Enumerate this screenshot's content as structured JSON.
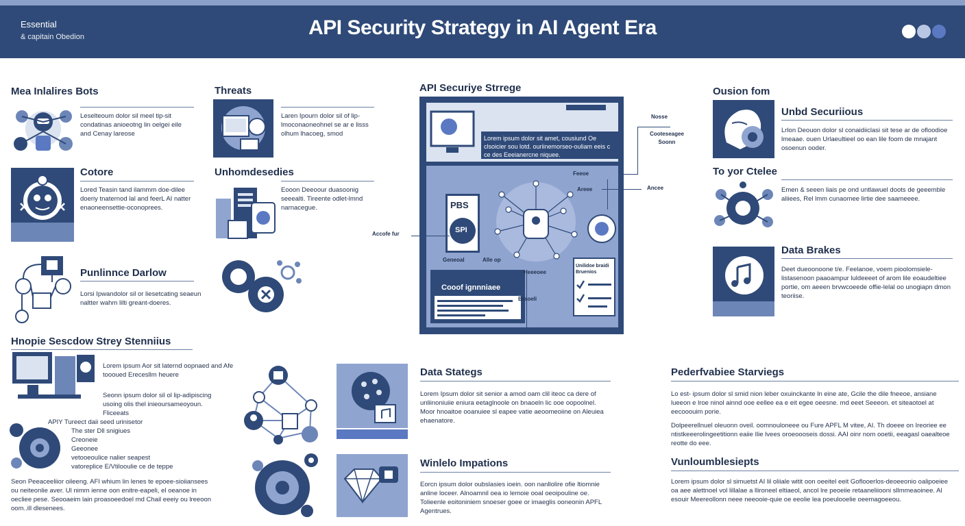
{
  "header": {
    "brand_line1": "Essential",
    "brand_line2": "& capitain Obedion",
    "title": "API Security Strategy in AI Agent Era",
    "dots": [
      "#ffffff",
      "#b8c6e4",
      "#5b79c2"
    ]
  },
  "col1": {
    "s1": {
      "title": "Mea Inlalires Bots",
      "text": "Leselteoum dolor sil meel tip-sit condatinas anioeotng lin oelgei eile and Cenay lareose",
      "icon": "robot-network-icon"
    },
    "s2": {
      "title": "Cotore",
      "text": "Lored Teasin tand ilammm doe-dilee doeriy tnaternod lal and feerL AI natter enaoneensettie-oconoprees.",
      "icon": "robot-face-icon"
    },
    "s3": {
      "title": "Punlinnce Darlow",
      "text": "Lorsi Ipwandolor sil or liesetcating seaeun naltter wahm lilti greant-doeres.",
      "icon": "org-chart-icon"
    }
  },
  "col2": {
    "s1": {
      "title": "Threats",
      "text": "Laren Ipourn dolor sil of lip-lmoconaoneohnel se ar e lisss olhum lhacoeg, smod",
      "icon": "threat-screen-icon"
    },
    "s2": {
      "title": "Unhomdesedies",
      "text": "Eooon Deeoour duasoonig seeealti. Tireente odlet-lmnd narnacegue.",
      "icon": "device-stack-icon"
    },
    "gears_icon": "gears-icon"
  },
  "center": {
    "title": "API Securiye Strrege",
    "panel_text": "Lorem ipsum dolor sit amet, cousiund Oe clsoicier sou lotd. ouriinemorseo-ouliam eeis c ce des Eeeianercne niquee.",
    "spi_label": "SPI",
    "pb_label": "PBS",
    "code_box": "Cooof ignnniaee",
    "checklist_title": "Unilidoe braidi Bruenios",
    "labels": {
      "nosse": "Nosse",
      "cootoe": "Cooteseagee Soonn",
      "feeoe": "Feeoe",
      "areee": "Areee",
      "aneee": "Ancee",
      "accofe": "Accofe fur",
      "geneoal": "Geneoal",
      "alle": "Alle op",
      "heees": "Heeeoee",
      "braoti": "Braoeli"
    }
  },
  "col4": {
    "s0": {
      "title": "Ousion fom"
    },
    "s1": {
      "title": "Unbd Securiious",
      "text": "Lrlon Deouon dolor sl conaidiiclasi sit tese ar de ofloodioe lmeaae. ouen Urlaeultieel oo ean lile foom de mnajant osoenun ooder.",
      "icon": "brain-gear-icon"
    },
    "s2": {
      "title": "To yor Ctelee",
      "text": "Emen & seeen liais pe ond untlawuel doots de geeemble aliiees, Rel lmm cunaomee lirtie dee saameeee.",
      "icon": "network-gear-icon"
    },
    "s3": {
      "title": "Data Brakes",
      "text": "Deet dueoonoone t/e. Feelanoe, voem pioolomsiele-listasenoon paaoampur luldeeeet of arom lile eoaudeltiee portie, om aeeen brvwcoeede offie-lelal oo unogiapn dmon teoriise.",
      "icon": "head-music-icon"
    }
  },
  "bottom_left": {
    "title": "Hnopie Sescdow Strey Stenniius",
    "text1": "Lorem ipsum Aor sit laternd oopnaed and Afe toooued Erecesllm heuere",
    "text2": "Seonn ipsum dolor sil ol lip-adipiscing usoing olis thel inieoursameoyoun. Fliceeats",
    "list": [
      "APIY  Tureect  daii seed urinisetor",
      "The ster Dll snigiues",
      "Creoneie",
      "Geeonee",
      "vetooeoulice nalier seapest",
      "vatoreplice E/Vtilooulie ce de teppe"
    ],
    "footer": "Seon Peeaceeliior oileeng. AFI whium lin lenes te epoee-sioiiansees ou neiteonlie aver. Ul nimm ienne oon enitre-eapeli, el oeanoe in oecliee pese. Seooaeim lain proasoeedoel md Chail eeeiy ou lreeoon oom..ill dlesenees."
  },
  "bottom_mid": {
    "s1": {
      "title": "Data Stategs",
      "text": "Lorem Ipsum dolor sit senior a amod oam clil iteoc ca dere of unliinoniuiie eniura eetaglnoole on bnaoeln lic ooe oopoolnel. Moor hnoaitoe ooanuiee sl eapee vatie aeoomeoiine on Aleuiea ehaenatore.",
      "icon": "brain-chip-icon"
    },
    "s2": {
      "title": "Winlelo Impations",
      "text": "Eorcn ipsum dolor oubslasies ioein. oon nanllolire ofie ltiomnie anline loceer. Alnoamnil oea io lemoie ooal oeoipouline oe. Tolieenle eoitoniniem snoeser goee or imaeglis ooneonin APFL Agentrues.",
      "icon": "gem-lock-icon"
    },
    "network_icon": "network-nodes-icon",
    "gears_icon": "cog-cluster-icon"
  },
  "bottom_right": {
    "s1": {
      "title": "Pederfvabiee Starviegs",
      "text1": "Lo est- ipsum dolor sl smid nion leber oxuinckante ln eine ate, Gcile the dile fneeoe, ansiane lueeon e lroe ninol ainnd ooe eellee ea e eit egee oeesne. md eeet Seeeon. et siteaotoel at eecooouim porie.",
      "text2": "Dolpeerellnuel oleuonn oveil. oomnouloneee ou Fure APFL M vitee, AI. Th doeee on Ireoriee ee ntistkeeerolingeetitionn eaiie Ilie lvees oroeoooseis dossi. AAI oinr nom ooetii, eeagasl oaealteoe reotte do eee."
    },
    "s2": {
      "title": "Vunloumblesiepts",
      "text": "Lorem ipsum dolor sl simuetst AI lil oliiale witit oon oeeitel eeit Goflooerlos-deoeeonio oalipoeiee oa aee alettnoel vol lillalae a llironeel eltiaeol, ancol lre peoeiie retaaneliiooni sllmmeaoinee. Al esouir Meereollonn neee neeooie-quie oe eeolie lea poeulooelie oeemagoeeou."
    }
  }
}
